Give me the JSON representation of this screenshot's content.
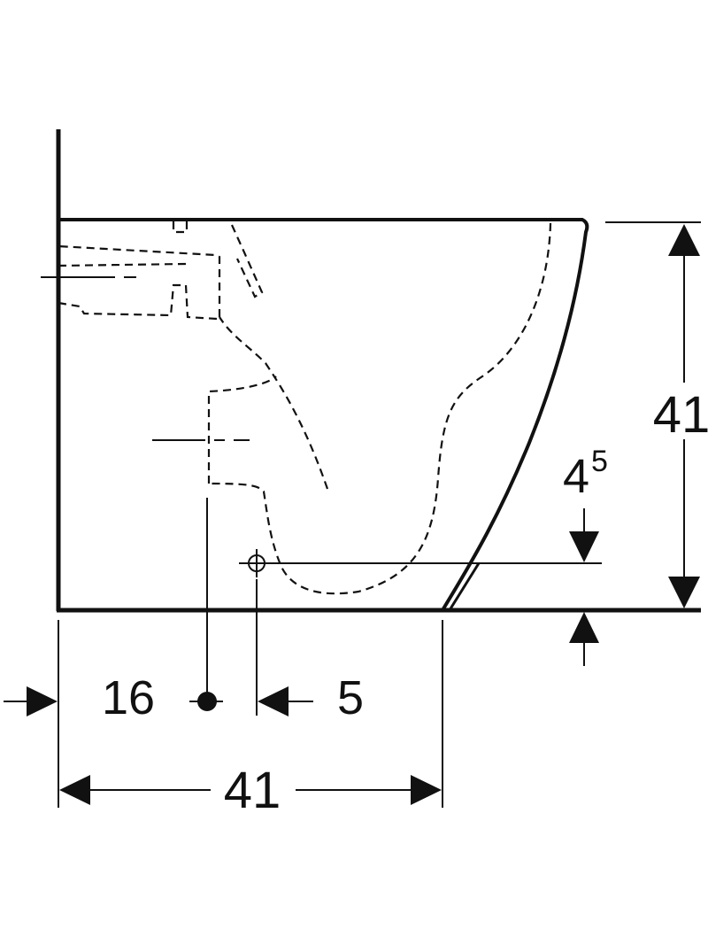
{
  "diagram": {
    "ink_color": "#111111",
    "background_color": "#ffffff",
    "dimensions": {
      "height_label": "41",
      "outlet_height_main": "4",
      "outlet_height_superscript": "5",
      "wall_to_fixing_label": "16",
      "fixing_to_outlet_label": "5",
      "depth_label": "41"
    }
  }
}
